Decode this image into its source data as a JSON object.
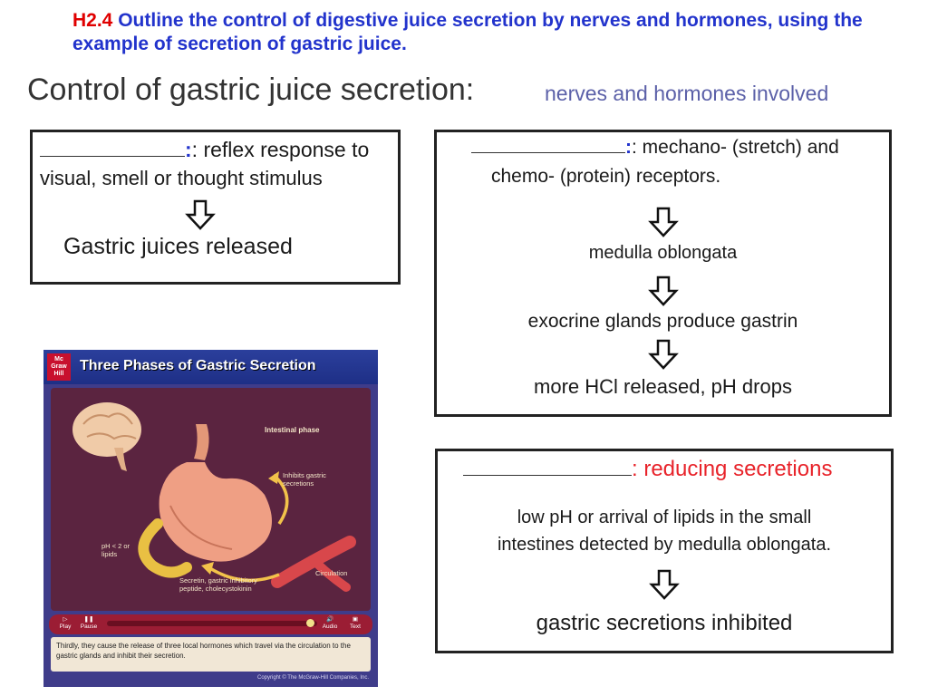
{
  "header": {
    "code": "H2.4",
    "text": "Outline the control of digestive juice secretion by nerves and hormones, using the example of secretion of gastric juice."
  },
  "title": "Control of gastric juice secretion:",
  "subtitle": "nerves and hormones involved",
  "box1": {
    "line1": ": reflex response to",
    "line2": "visual, smell or thought stimulus",
    "result": "Gastric juices released"
  },
  "box2": {
    "line1": ": mechano- (stretch) and",
    "line2": "chemo- (protein) receptors.",
    "step1": "medulla oblongata",
    "step2": "exocrine glands produce gastrin",
    "step3": "more HCl released, pH drops"
  },
  "box3": {
    "line1": ": reducing secretions",
    "line2": "low pH or arrival of lipids in the small",
    "line3": "intestines detected by medulla oblongata.",
    "result": "gastric secretions inhibited"
  },
  "animation": {
    "logo": "Mc Graw Hill",
    "title": "Three Phases of Gastric Secretion",
    "phase": "Intestinal phase",
    "label_inhibits": "Inhibits gastric secretions",
    "label_ph": "pH < 2 or lipids",
    "label_hormones": "Secretin, gastric inhibitory peptide, cholecystokinin",
    "label_circulation": "Circulation",
    "btn_play": "Play",
    "btn_pause": "Pause",
    "btn_audio": "Audio",
    "btn_text": "Text",
    "caption": "Thirdly, they cause the release of three local hormones which travel via the circulation to the gastric glands and inhibit their secretion.",
    "copyright": "Copyright © The McGraw-Hill Companies, Inc."
  },
  "colors": {
    "code": "#e00000",
    "header": "#2233cc",
    "subtitle": "#5b60a8",
    "accent_red": "#e8232a"
  }
}
